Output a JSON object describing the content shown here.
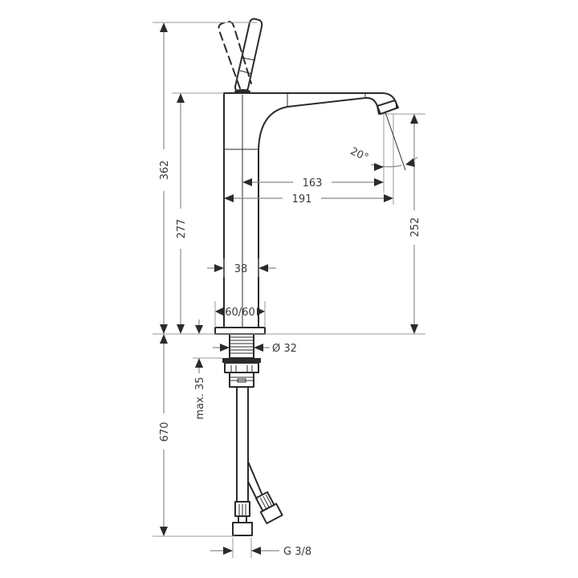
{
  "drawing": {
    "subject": "Single-lever basin mixer (tall) technical dimension drawing",
    "dimensions": {
      "total_height": "362",
      "spout_base_height": "277",
      "outlet_height": "252",
      "projection_inner": "163",
      "projection_total": "191",
      "body_width": "38",
      "base_plate": "60/60",
      "thread_diameter": "Ø 32",
      "max_deck_thickness": "max. 35",
      "hose_length": "670",
      "connection_thread": "G 3/8",
      "spray_angle": "20°"
    },
    "colors": {
      "line": "#2b2b2b",
      "dimension_line": "#8a8a8a",
      "background": "#ffffff"
    }
  }
}
